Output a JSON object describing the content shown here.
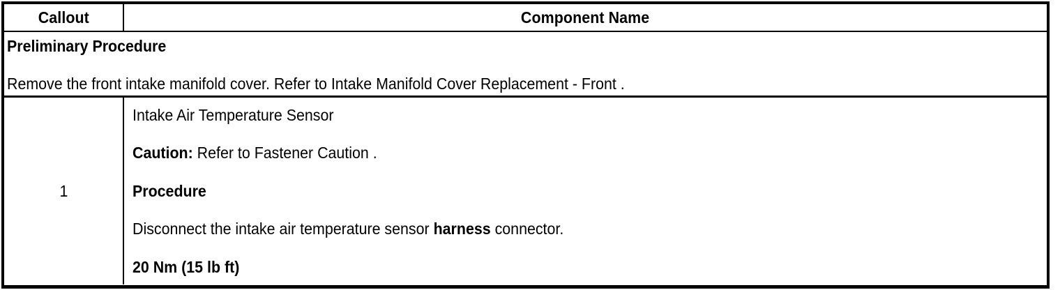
{
  "table": {
    "header": {
      "callout_label": "Callout",
      "component_label": "Component Name"
    },
    "preliminary": {
      "title": "Preliminary Procedure",
      "text": "Remove the front intake manifold cover. Refer to Intake Manifold Cover Replacement - Front ."
    },
    "rows": [
      {
        "callout": "1",
        "component_name": "Intake Air Temperature Sensor",
        "caution_label": "Caution:",
        "caution_text": " Refer to Fastener Caution .",
        "procedure_heading": "Procedure",
        "procedure_text_before": "Disconnect the intake air temperature sensor ",
        "procedure_text_emphasis": "harness",
        "procedure_text_after": " connector.",
        "torque": "20 Nm (15 lb ft)"
      }
    ]
  },
  "colors": {
    "border": "#000000",
    "text": "#000000",
    "background": "#ffffff"
  }
}
